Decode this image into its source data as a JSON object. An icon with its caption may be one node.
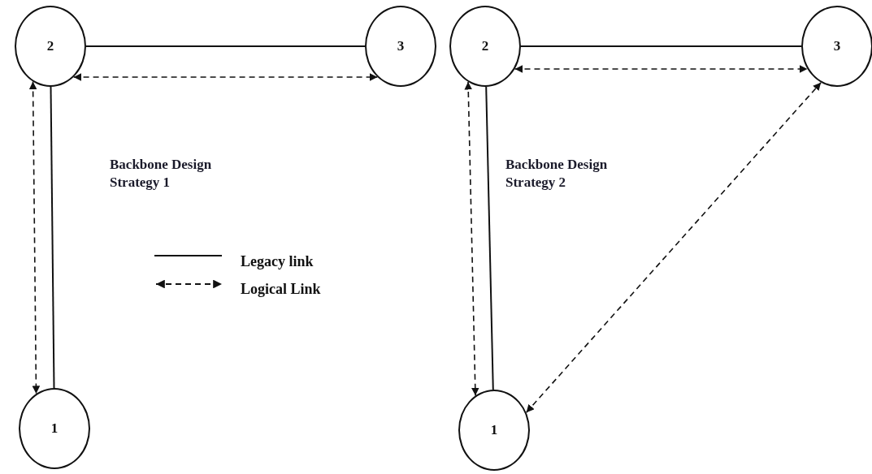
{
  "diagram": {
    "nodes": [
      {
        "text": [
          "2"
        ]
      },
      {
        "text": [
          "3"
        ]
      },
      {
        "text": [
          "2"
        ]
      },
      {
        "text": [
          "3"
        ]
      },
      {
        "text": [
          "1"
        ]
      },
      {
        "text": [
          "1"
        ]
      }
    ],
    "edges": [
      {
        "from": 0,
        "to": 1,
        "arrow": "none"
      },
      {
        "from": 0,
        "to": 4,
        "arrow": "none"
      },
      {
        "from": 0,
        "to": 1,
        "arrow": "both",
        "style": "dashed"
      },
      {
        "from": 0,
        "to": 4,
        "arrow": "both",
        "style": "dashed"
      },
      {
        "from": 2,
        "to": 3,
        "arrow": "none"
      },
      {
        "from": 2,
        "to": 5,
        "arrow": "none"
      },
      {
        "from": 2,
        "to": 3,
        "arrow": "both",
        "style": "dashed"
      },
      {
        "from": 2,
        "to": 5,
        "arrow": "both",
        "style": "dashed"
      },
      {
        "from": 5,
        "to": 3,
        "arrow": "both",
        "style": "dashed"
      }
    ],
    "labels": [
      "Backbone Design Strategy 1",
      "Backbone Design Strategy 2"
    ],
    "legend": [
      {
        "text": "Legacy link"
      },
      {
        "text": "Logical Link"
      }
    ]
  }
}
